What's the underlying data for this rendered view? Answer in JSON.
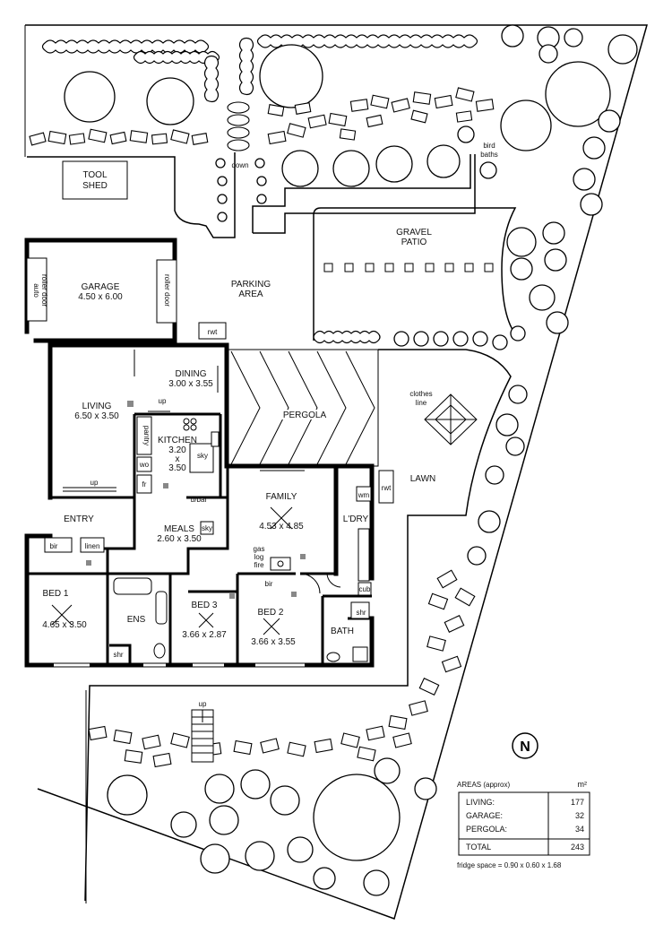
{
  "site": {
    "outdoor_labels": {
      "tool_shed": [
        "TOOL",
        "SHED"
      ],
      "parking_area": [
        "PARKING",
        "AREA"
      ],
      "gravel_patio": [
        "GRAVEL",
        "PATIO"
      ],
      "rwt_top": "rwt",
      "rwt_side": "rwt",
      "down": "down",
      "bird_baths": [
        "bird",
        "baths"
      ],
      "clothes_line": [
        "clothes",
        "line"
      ],
      "pergola": "PERGOLA",
      "lawn": "LAWN",
      "up_stairs": "up"
    }
  },
  "rooms": {
    "garage": {
      "name": "GARAGE",
      "size": "4.50 x 6.00",
      "door_left": [
        "auto",
        "roller door"
      ],
      "door_right": "roller door"
    },
    "dining": {
      "name": "DINING",
      "size": "3.00 x 3.55"
    },
    "living": {
      "name": "LIVING",
      "size": "6.50 x 3.50"
    },
    "kitchen": {
      "name": "KITCHEN",
      "size_lines": [
        "3.20",
        "x",
        "3.50"
      ],
      "sky": "sky"
    },
    "pantry": "pantry",
    "wo": "wo",
    "fr": "fr",
    "bbar": "b/bar",
    "meals": {
      "name": "MEALS",
      "size": "2.60 x 3.50",
      "sky": "sky"
    },
    "family": {
      "name": "FAMILY",
      "size": "4.53 x 4.85"
    },
    "gas_log_fire": [
      "gas",
      "log",
      "fire"
    ],
    "entry": "ENTRY",
    "up_living": "up",
    "up_entry": "up",
    "bir_bed1": "bir",
    "linen": "linen",
    "bed1": {
      "name": "BED 1",
      "size": "4.65 x 3.50"
    },
    "ens": "ENS",
    "shr_ens": "shr",
    "bed3": {
      "name": "BED 3",
      "size": "3.66 x 2.87"
    },
    "bed2": {
      "name": "BED 2",
      "size": "3.66 x 3.55"
    },
    "bir_bed2": "bir",
    "bath": "BATH",
    "shr_bath": "shr",
    "ldry": "L'DRY",
    "wm": "wm",
    "cub": "cub"
  },
  "north_arrow": "N",
  "areas": {
    "title": "AREAS (approx)",
    "unit": "m²",
    "rows": [
      {
        "label": "LIVING:",
        "value": "177"
      },
      {
        "label": "GARAGE:",
        "value": "32"
      },
      {
        "label": "PERGOLA:",
        "value": "34"
      }
    ],
    "total_label": "TOTAL",
    "total_value": "243"
  },
  "fridge_note": "fridge space = 0.90 x 0.60 x 1.68"
}
